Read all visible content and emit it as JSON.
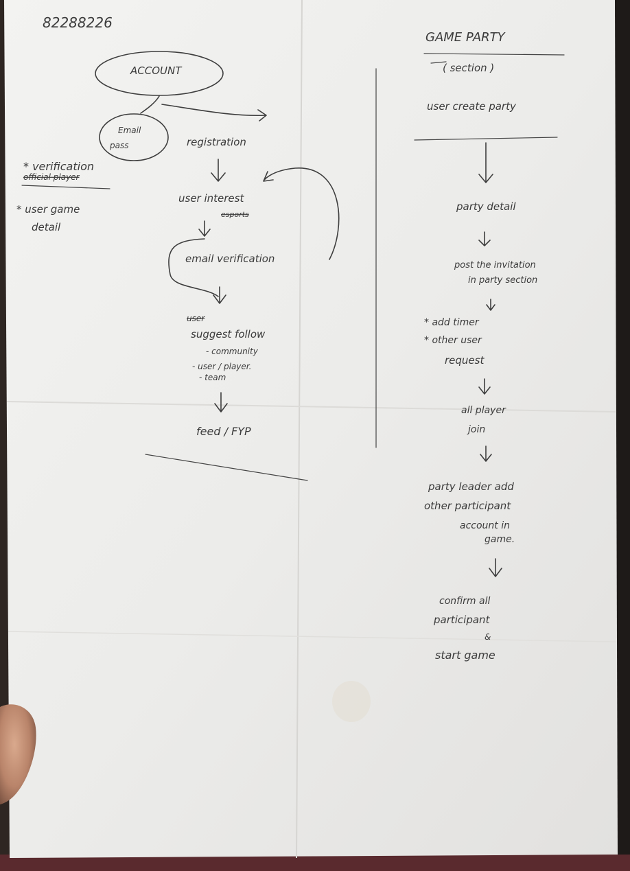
{
  "top_left_number": "82288226",
  "left_flow": {
    "account": "ACCOUNT",
    "email_pass_line1": "Email",
    "email_pass_line2": "pass",
    "registration": "registration",
    "user_interest": "user interest",
    "user_interest_scribble": "esports",
    "email_verification": "email verification",
    "crossed_word": "user",
    "suggest_follow": "suggest follow",
    "suggest_items": [
      "- community",
      "- user / player.",
      "- team"
    ],
    "feed": "feed / FYP"
  },
  "side_notes": {
    "verification_line": "* verification",
    "official_player_crossed": "official player",
    "user_game_detail_line1": "* user game",
    "user_game_detail_line2": "detail"
  },
  "right_flow": {
    "title": "GAME PARTY",
    "subtitle": "( section )",
    "user_create_party": "user create party",
    "party_detail": "party detail",
    "post_invitation_line1": "post the invitation",
    "post_invitation_line2": "in party section",
    "add_timer": "* add timer",
    "other_user_line1": "* other    user",
    "other_user_line2": "request",
    "all_player_line1": "all player",
    "all_player_line2": "join",
    "party_leader_line1": "party leader add",
    "party_leader_line2": "other participant",
    "party_leader_line3": "account in",
    "party_leader_line4": "game.",
    "confirm_line1": "confirm     all",
    "confirm_line2": "participant",
    "confirm_line3": "&",
    "confirm_line4": "start   game"
  }
}
